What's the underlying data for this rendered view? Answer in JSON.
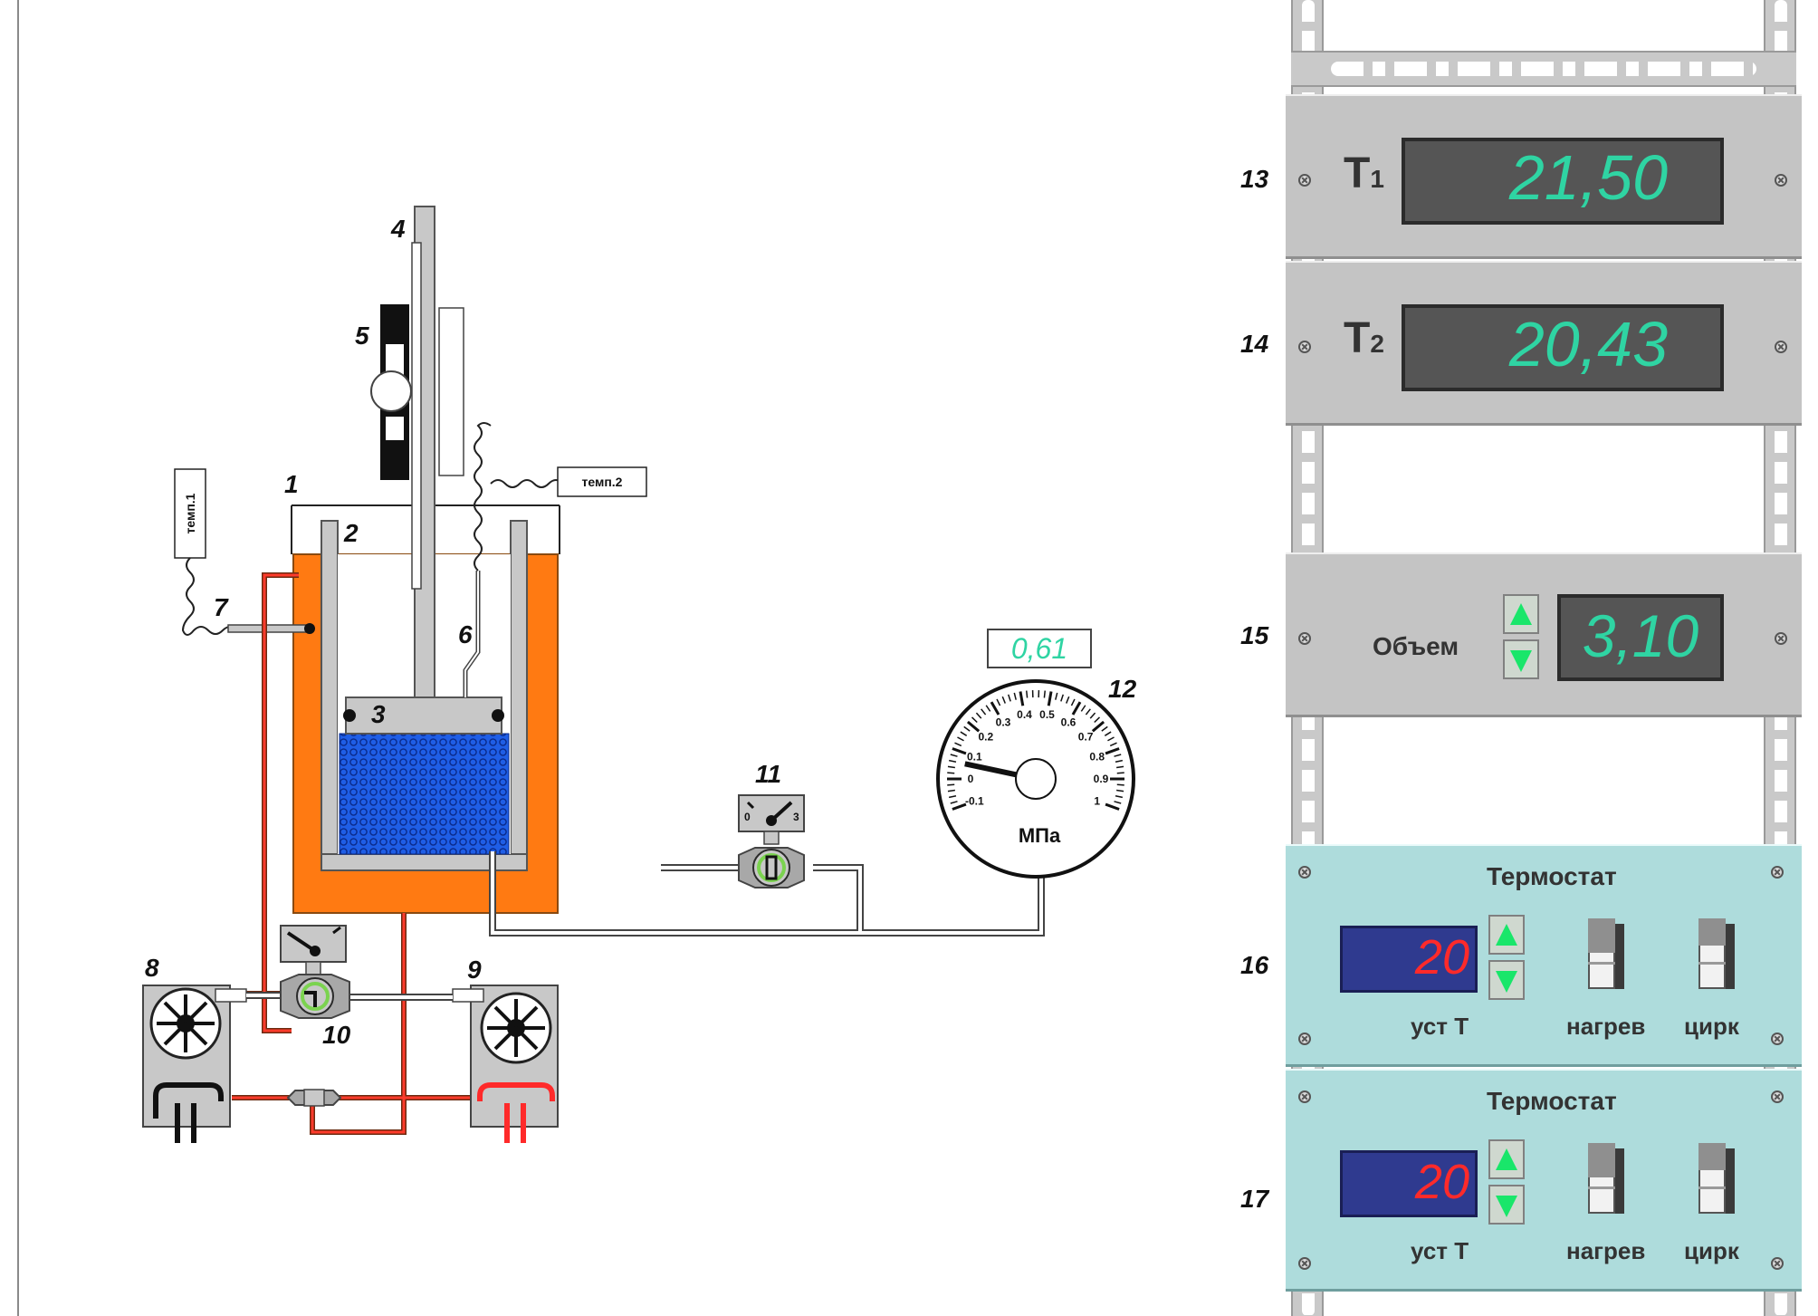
{
  "schematic": {
    "callouts": [
      "1",
      "2",
      "3",
      "4",
      "5",
      "6",
      "7",
      "8",
      "9",
      "10",
      "11",
      "12"
    ],
    "sensor1_label": "темп.1",
    "sensor2_label": "темп.2",
    "pressure_value": "0,61",
    "gauge_unit": "МПа",
    "gauge_ticks": [
      "-0.1",
      "0",
      "0.1",
      "0.2",
      "0.3",
      "0.4",
      "0.5",
      "0.6",
      "0.7",
      "0.8",
      "0.9",
      "1"
    ],
    "gauge_pressure": 0.06,
    "valve11_left": "0",
    "valve11_right": "3"
  },
  "panels": {
    "t1": {
      "number": "13",
      "label": "T",
      "sub": "1",
      "value": "21,50"
    },
    "t2": {
      "number": "14",
      "label": "T",
      "sub": "2",
      "value": "20,43"
    },
    "volume": {
      "number": "15",
      "label": "Объем",
      "value": "3,10"
    },
    "thermostat1": {
      "number": "16",
      "title": "Термостат",
      "setpoint": "20",
      "setpoint_label": "уст T",
      "heat_label": "нагрев",
      "circ_label": "цирк"
    },
    "thermostat2": {
      "number": "17",
      "title": "Термостат",
      "setpoint": "20",
      "setpoint_label": "уст T",
      "heat_label": "нагрев",
      "circ_label": "цирк"
    }
  },
  "colors": {
    "lcd_text": "#2fd4a3",
    "jacket": "#ff7a12",
    "liquid": "#1f5ee6",
    "thermostat_display_text": "#ff2a2a",
    "thermostat_display_bg": "#2f3a8f",
    "panel_teal": "#aedcdc",
    "arrow_green": "#19e66a"
  }
}
